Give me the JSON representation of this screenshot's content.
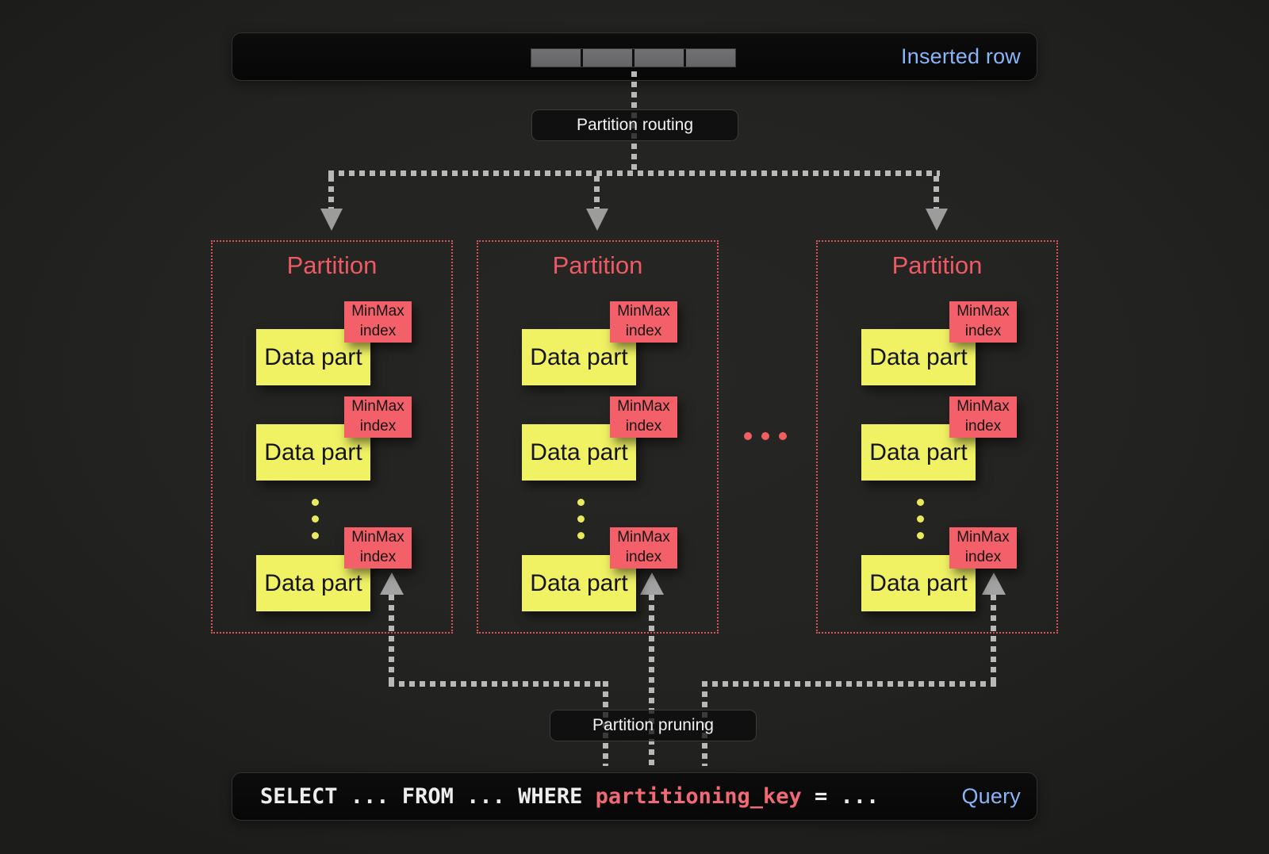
{
  "colors": {
    "accent_blue": "#8ab4f8",
    "partition_title_red": "#ee5a64",
    "partition_border_red": "#dd5257",
    "minmax_tag_red": "#f3606a",
    "data_part_yellow": "#f0f163",
    "sql_key_red": "#ef6a72",
    "connector_gray": "#b8b8b8"
  },
  "inserted_row": {
    "label": "Inserted row",
    "cell_count": 4
  },
  "labels": {
    "routing": "Partition routing",
    "pruning": "Partition pruning"
  },
  "partitions": [
    {
      "title": "Partition",
      "parts": [
        {
          "label": "Data part",
          "tag": "MinMax index"
        },
        {
          "label": "Data part",
          "tag": "MinMax index"
        },
        {
          "label": "Data part",
          "tag": "MinMax index"
        }
      ]
    },
    {
      "title": "Partition",
      "parts": [
        {
          "label": "Data part",
          "tag": "MinMax index"
        },
        {
          "label": "Data part",
          "tag": "MinMax index"
        },
        {
          "label": "Data part",
          "tag": "MinMax index"
        }
      ]
    },
    {
      "title": "Partition",
      "parts": [
        {
          "label": "Data part",
          "tag": "MinMax index"
        },
        {
          "label": "Data part",
          "tag": "MinMax index"
        },
        {
          "label": "Data part",
          "tag": "MinMax index"
        }
      ]
    }
  ],
  "query": {
    "sql_pre": "SELECT ... FROM ... WHERE ",
    "sql_key": "partitioning_key",
    "sql_post": " = ...",
    "label": "Query"
  }
}
